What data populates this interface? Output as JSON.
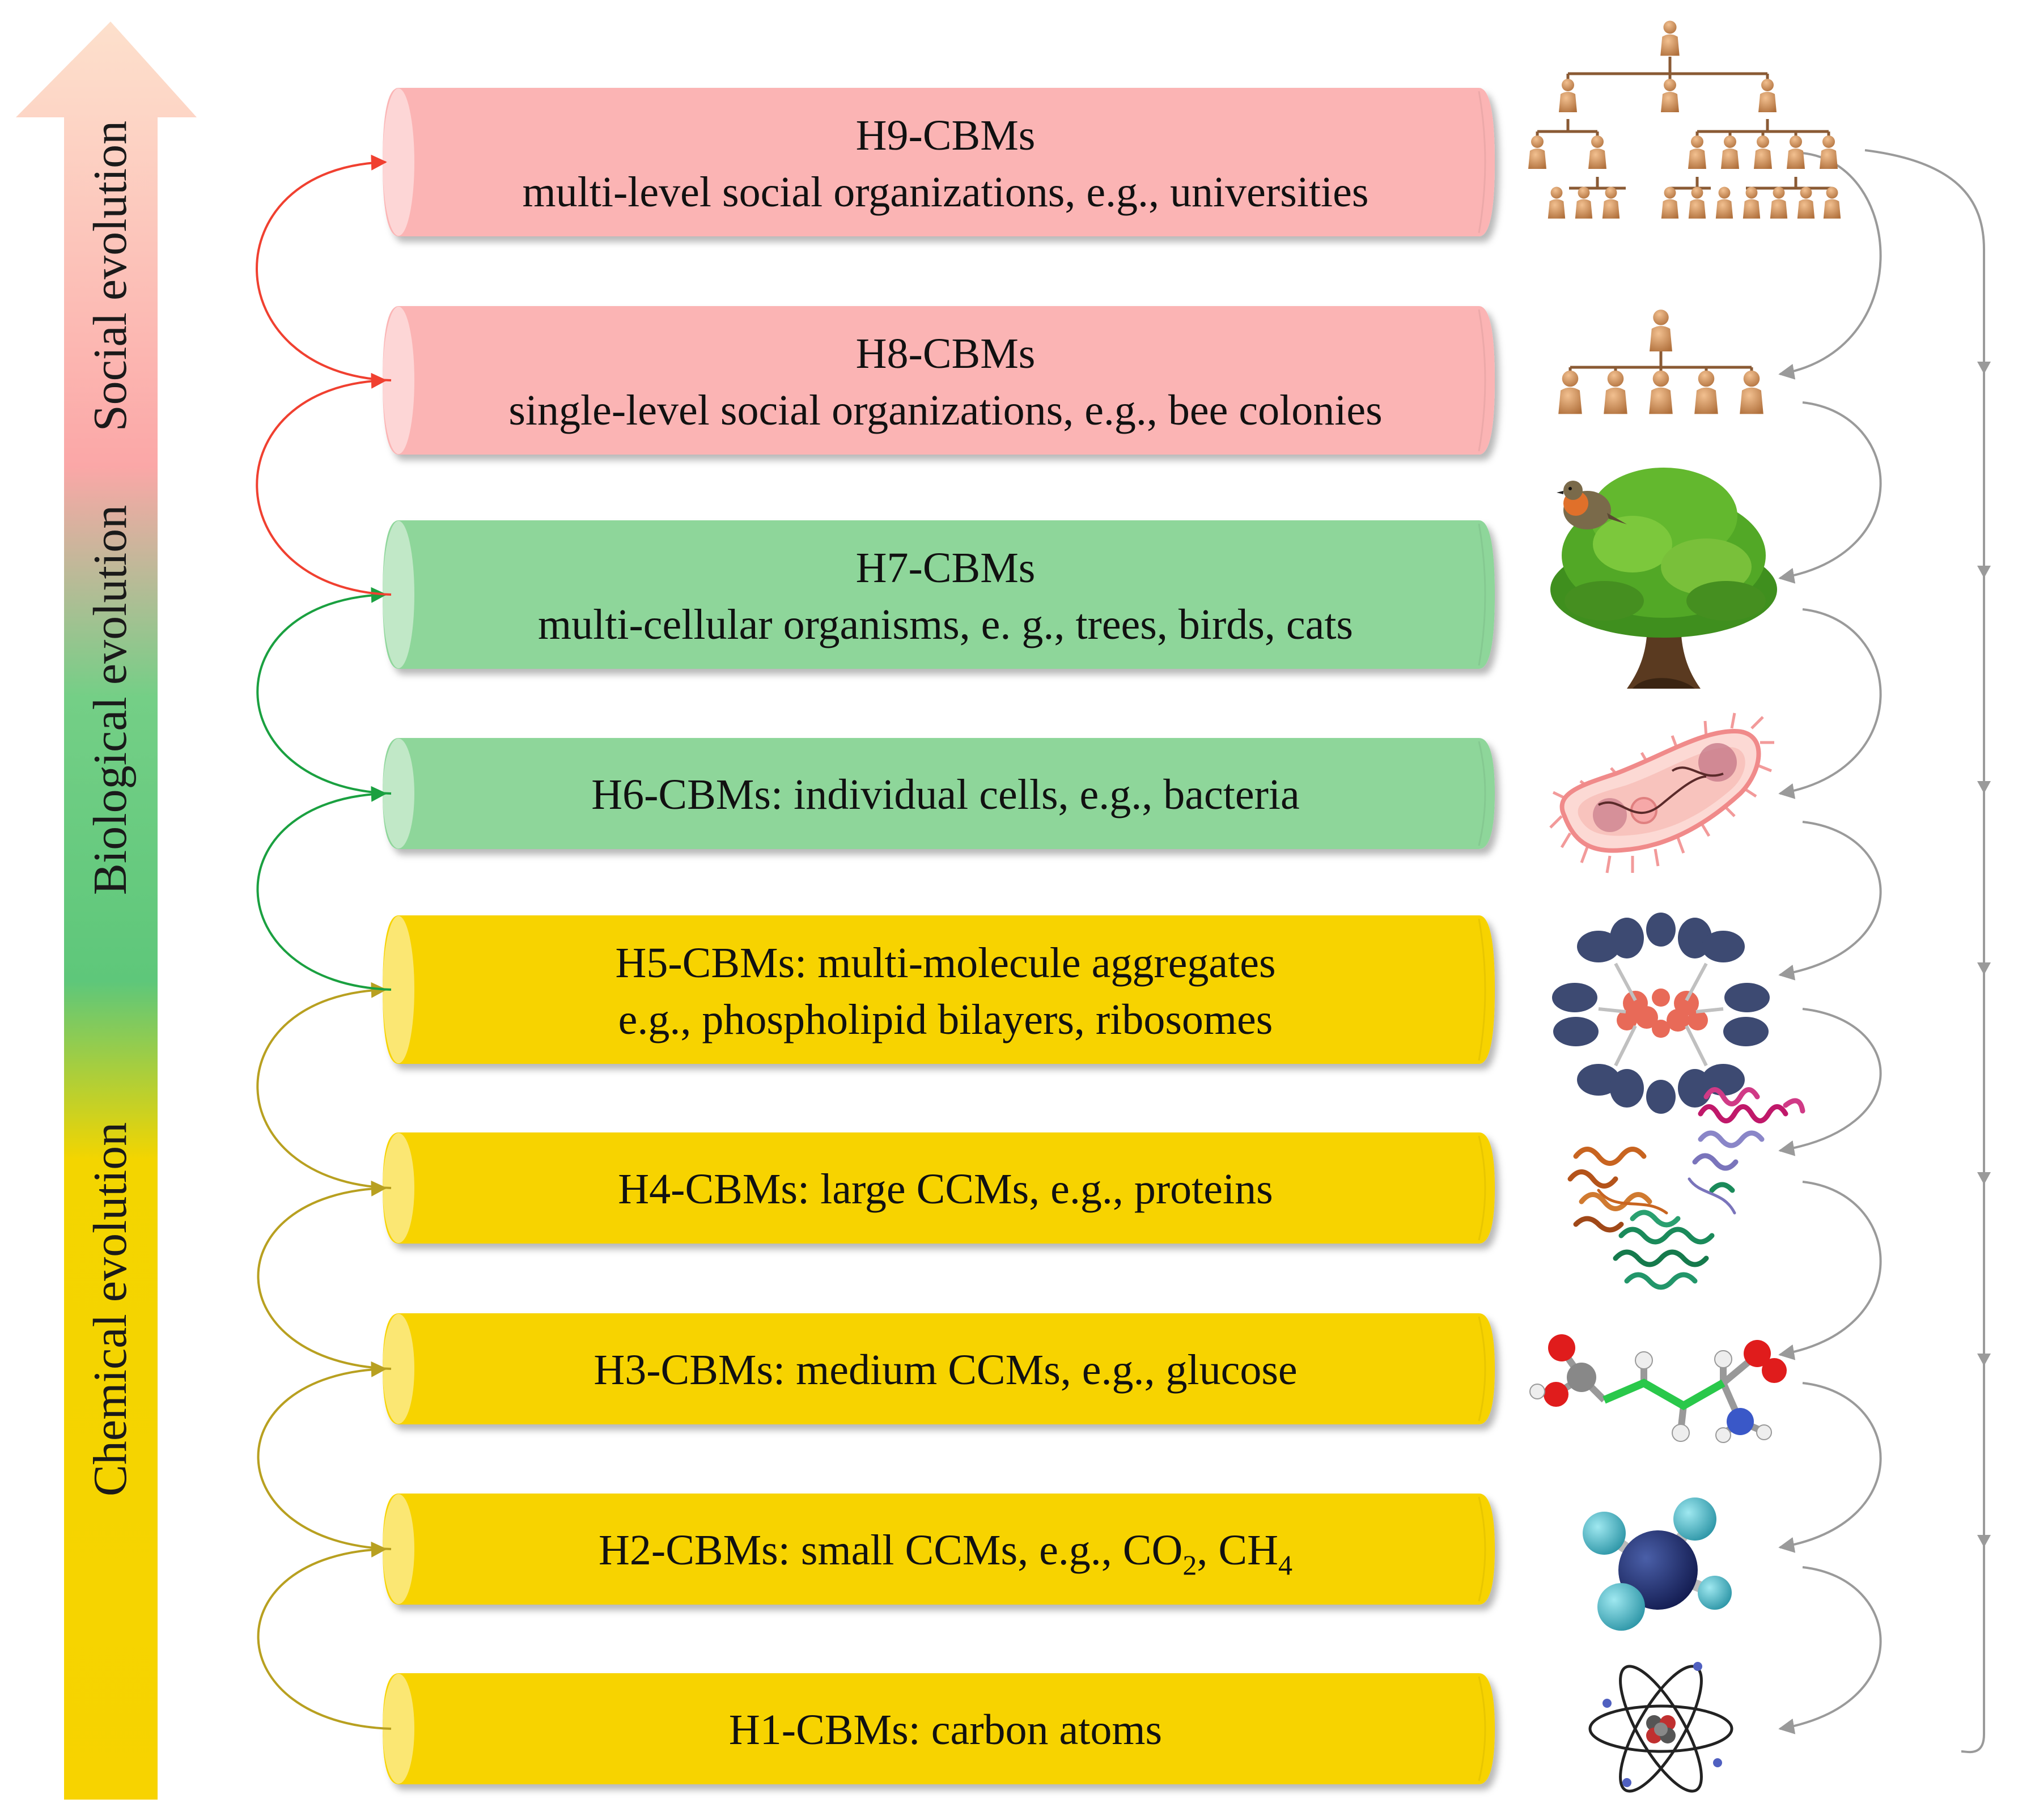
{
  "side_labels": {
    "chemical": "Chemical evolution",
    "biological": "Biological evolution",
    "social": "Social evolution"
  },
  "levels": [
    {
      "id": "h1",
      "line1": "H1-CBMs: carbon atoms",
      "line2": "",
      "color": "#f7d300",
      "icon": "atom-icon"
    },
    {
      "id": "h2",
      "line1": "H2-CBMs: small CCMs, e.g., CO",
      "line2": "",
      "sub1": "2",
      "mid": ", CH",
      "sub2": "4",
      "color": "#f7d300",
      "icon": "methane-molecule-icon"
    },
    {
      "id": "h3",
      "line1": "H3-CBMs: medium CCMs, e.g., glucose",
      "line2": "",
      "color": "#f7d300",
      "icon": "ball-stick-molecule-icon"
    },
    {
      "id": "h4",
      "line1": "H4-CBMs: large CCMs, e.g., proteins",
      "line2": "",
      "color": "#f7d300",
      "icon": "protein-ribbon-icon"
    },
    {
      "id": "h5",
      "line1": "H5-CBMs: multi-molecule aggregates",
      "line2": "e.g., phospholipid bilayers, ribosomes",
      "color": "#f7d300",
      "icon": "molecular-aggregate-icon"
    },
    {
      "id": "h6",
      "line1": "H6-CBMs: individual cells, e.g., bacteria",
      "line2": "",
      "color": "#8ed69a",
      "icon": "bacterium-icon"
    },
    {
      "id": "h7",
      "line1": "H7-CBMs",
      "line2": "multi-cellular organisms, e. g., trees, birds, cats",
      "color": "#8ed69a",
      "icon": "tree-with-bird-icon"
    },
    {
      "id": "h8",
      "line1": "H8-CBMs",
      "line2": "single-level social organizations, e.g., bee colonies",
      "color": "#fbb4b4",
      "icon": "single-level-hierarchy-icon"
    },
    {
      "id": "h9",
      "line1": "H9-CBMs",
      "line2": "multi-level social organizations, e.g., universities",
      "color": "#fbb4b4",
      "icon": "multi-level-hierarchy-icon"
    }
  ],
  "colors": {
    "chemical_arrow": "#b8a020",
    "biological_arrow": "#1aa040",
    "social_arrow": "#f04030",
    "gray_arrow": "#9a9a9a",
    "yellow": "#f7d300",
    "green": "#8ed69a",
    "pink": "#fbb4b4"
  }
}
